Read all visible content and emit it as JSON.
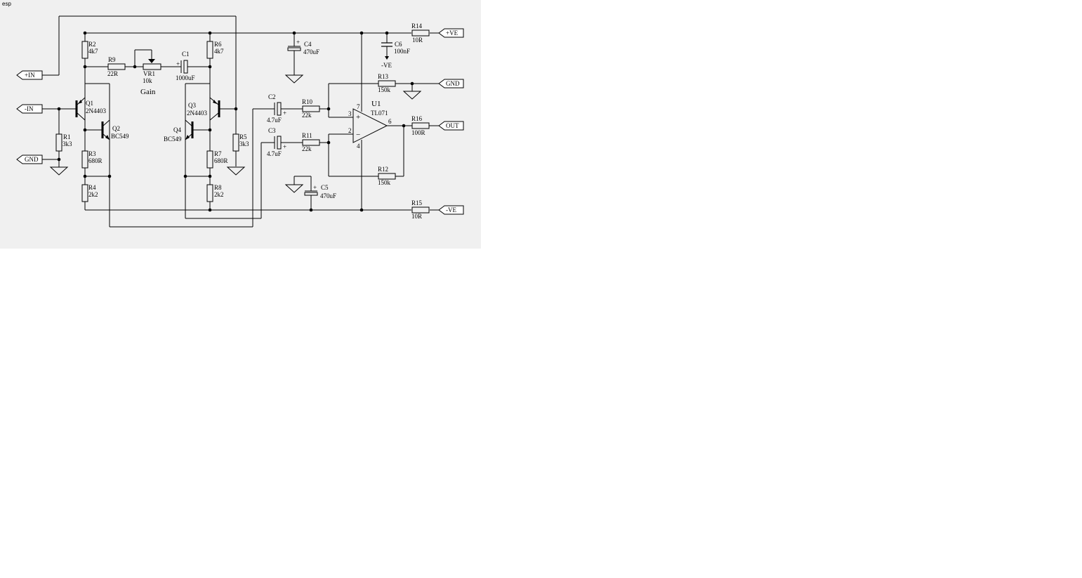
{
  "watermark": "esp",
  "ports": {
    "pos_in": "+IN",
    "neg_in": "-IN",
    "gnd_in": "GND",
    "pos_ve": "+VE",
    "gnd_out": "GND",
    "out": "OUT",
    "neg_ve": "-VE"
  },
  "components": {
    "R1": {
      "ref": "R1",
      "value": "3k3"
    },
    "R2": {
      "ref": "R2",
      "value": "4k7"
    },
    "R3": {
      "ref": "R3",
      "value": "680R"
    },
    "R4": {
      "ref": "R4",
      "value": "2k2"
    },
    "R5": {
      "ref": "R5",
      "value": "3k3"
    },
    "R6": {
      "ref": "R6",
      "value": "4k7"
    },
    "R7": {
      "ref": "R7",
      "value": "680R"
    },
    "R8": {
      "ref": "R8",
      "value": "2k2"
    },
    "R9": {
      "ref": "R9",
      "value": "22R"
    },
    "R10": {
      "ref": "R10",
      "value": "22k"
    },
    "R11": {
      "ref": "R11",
      "value": "22k"
    },
    "R12": {
      "ref": "R12",
      "value": "150k"
    },
    "R13": {
      "ref": "R13",
      "value": "150k"
    },
    "R14": {
      "ref": "R14",
      "value": "10R"
    },
    "R15": {
      "ref": "R15",
      "value": "10R"
    },
    "R16": {
      "ref": "R16",
      "value": "100R"
    },
    "VR1": {
      "ref": "VR1",
      "value": "10k",
      "caption": "Gain"
    },
    "C1": {
      "ref": "C1",
      "value": "1000uF"
    },
    "C2": {
      "ref": "C2",
      "value": "4.7uF"
    },
    "C3": {
      "ref": "C3",
      "value": "4.7uF"
    },
    "C4": {
      "ref": "C4",
      "value": "470uF"
    },
    "C5": {
      "ref": "C5",
      "value": "470uF"
    },
    "C6": {
      "ref": "C6",
      "value": "100nF",
      "rail": "-VE"
    },
    "Q1": {
      "ref": "Q1",
      "value": "2N4403"
    },
    "Q2": {
      "ref": "Q2",
      "value": "BC549"
    },
    "Q3": {
      "ref": "Q3",
      "value": "2N4403"
    },
    "Q4": {
      "ref": "Q4",
      "value": "BC549"
    },
    "U1": {
      "ref": "U1",
      "value": "TL071"
    }
  },
  "opamp_pins": {
    "p3": "3",
    "p2": "2",
    "p7": "7",
    "p4": "4",
    "p6": "6",
    "plus": "+",
    "minus": "−"
  },
  "polarity": "+"
}
